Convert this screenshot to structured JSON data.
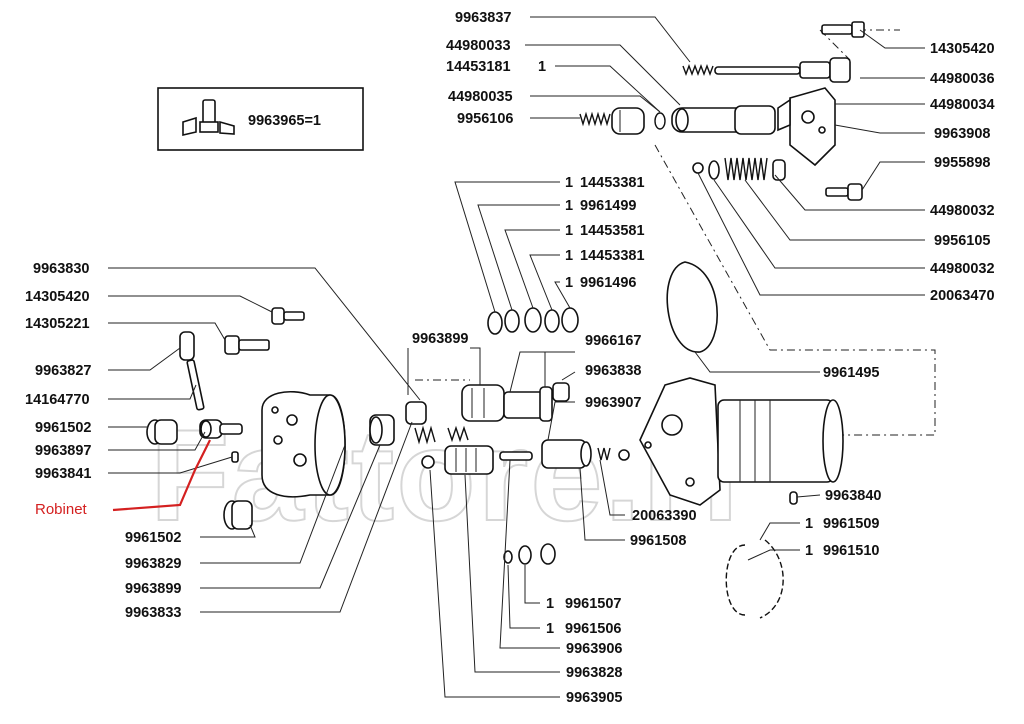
{
  "inset_label": "9963965=1",
  "callout": {
    "label": "Robinet",
    "color": "#d42020"
  },
  "watermark": "Fattore.IT",
  "labels": {
    "l_9963837": "9963837",
    "l_44980033": "44980033",
    "l_14453181": "14453181",
    "q_14453181": "1",
    "l_44980035": "44980035",
    "l_9956106": "9956106",
    "l_14305420_tr": "14305420",
    "l_44980036": "44980036",
    "l_44980034": "44980034",
    "l_9963908": "9963908",
    "l_9955898": "9955898",
    "l_44980032_a": "44980032",
    "l_9956105": "9956105",
    "l_44980032_b": "44980032",
    "l_20063470": "20063470",
    "q_14453381_a": "1",
    "l_14453381_a": "14453381",
    "q_9961499": "1",
    "l_9961499": "9961499",
    "q_14453581": "1",
    "l_14453581": "14453581",
    "q_14453381_b": "1",
    "l_14453381_b": "14453381",
    "q_9961496": "1",
    "l_9961496": "9961496",
    "l_9963830": "9963830",
    "l_14305420_l": "14305420",
    "l_14305221": "14305221",
    "l_9963827": "9963827",
    "l_14164770": "14164770",
    "l_9961502_a": "9961502",
    "l_9963897": "9963897",
    "l_9963841": "9963841",
    "l_9963899_top": "9963899",
    "l_9966167": "9966167",
    "l_9963838": "9963838",
    "l_9963907": "9963907",
    "l_9961495": "9961495",
    "l_9963840": "9963840",
    "q_9961509": "1",
    "l_9961509": "9961509",
    "q_9961510": "1",
    "l_9961510": "9961510",
    "l_20063390": "20063390",
    "l_9961508": "9961508",
    "l_9961502_b": "9961502",
    "l_9963829": "9963829",
    "l_9963899_b": "9963899",
    "l_9963833": "9963833",
    "q_9961507": "1",
    "l_9961507": "9961507",
    "q_9961506": "1",
    "l_9961506": "9961506",
    "l_9963906": "9963906",
    "l_9963828": "9963828",
    "l_9963905": "9963905"
  }
}
